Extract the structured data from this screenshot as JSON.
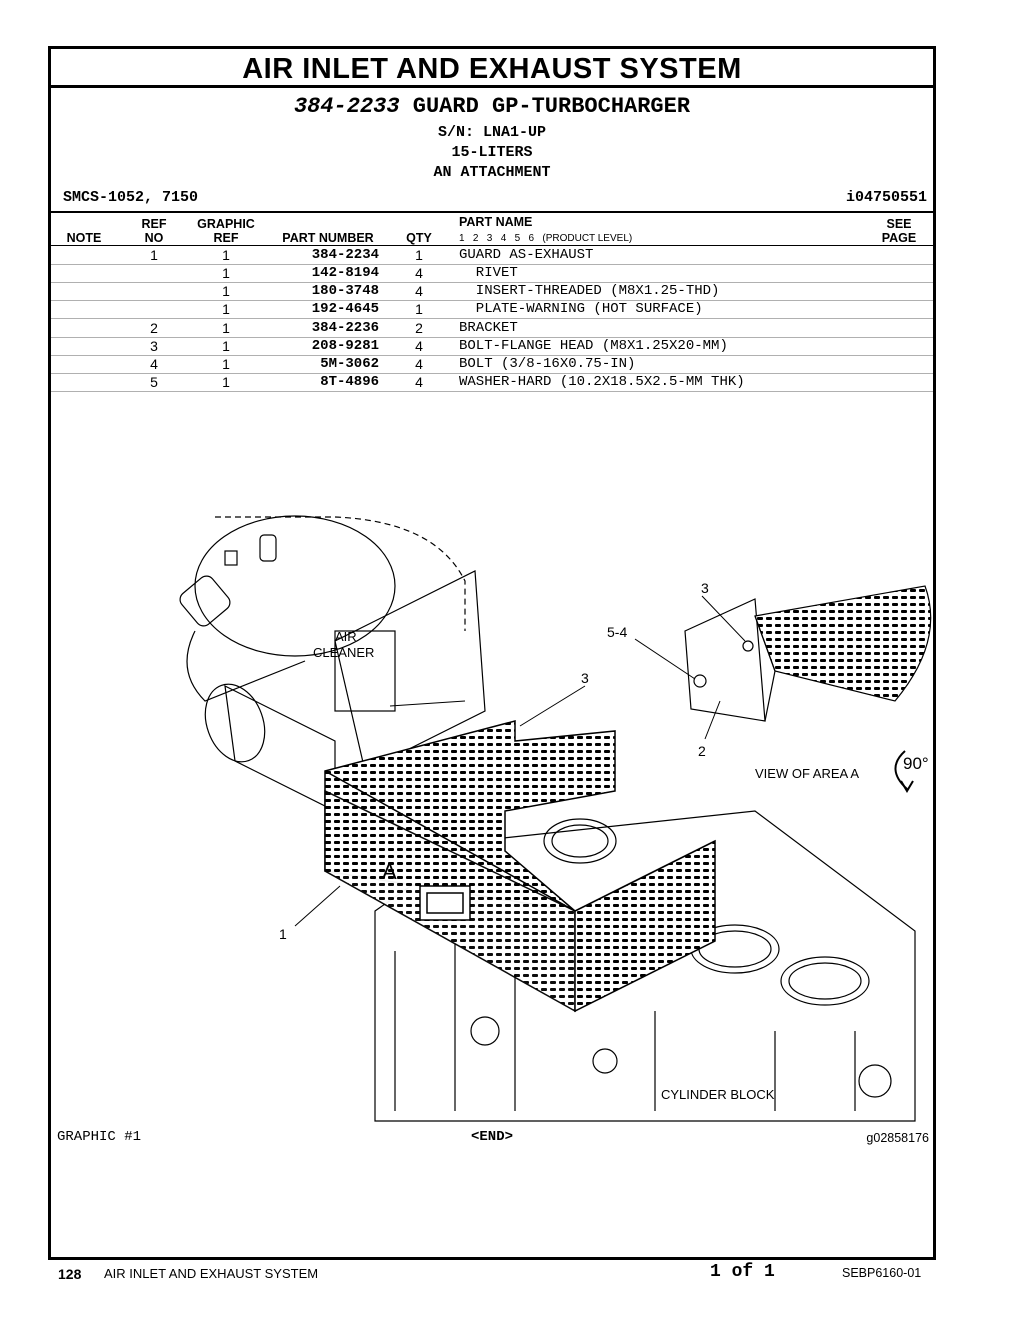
{
  "header": {
    "system_title": "AIR INLET AND EXHAUST SYSTEM",
    "part_number": "384-2233",
    "part_title": "GUARD GP-TURBOCHARGER",
    "serial": "S/N: LNA1-UP",
    "liters": "15-LITERS",
    "attachment": "AN ATTACHMENT",
    "smcs": "SMCS-1052, 7150",
    "info_id": "i04750551"
  },
  "columns": {
    "note": "NOTE",
    "ref_top": "REF",
    "ref_bottom": "NO",
    "graphic_top": "GRAPHIC",
    "graphic_bottom": "REF",
    "part_number": "PART NUMBER",
    "qty": "QTY",
    "part_name": "PART NAME",
    "product_levels": "1   2   3   4   5   6   (PRODUCT LEVEL)",
    "see_top": "SEE",
    "see_bottom": "PAGE"
  },
  "parts": [
    {
      "ref": "1",
      "graphic_ref": "1",
      "part_number": "384-2234",
      "qty": "1",
      "name": "GUARD AS-EXHAUST"
    },
    {
      "ref": "",
      "graphic_ref": "1",
      "part_number": "142-8194",
      "qty": "4",
      "name": "  RIVET"
    },
    {
      "ref": "",
      "graphic_ref": "1",
      "part_number": "180-3748",
      "qty": "4",
      "name": "  INSERT-THREADED (M8X1.25-THD)"
    },
    {
      "ref": "",
      "graphic_ref": "1",
      "part_number": "192-4645",
      "qty": "1",
      "name": "  PLATE-WARNING (HOT SURFACE)"
    },
    {
      "ref": "2",
      "graphic_ref": "1",
      "part_number": "384-2236",
      "qty": "2",
      "name": "BRACKET"
    },
    {
      "ref": "3",
      "graphic_ref": "1",
      "part_number": "208-9281",
      "qty": "4",
      "name": "BOLT-FLANGE HEAD (M8X1.25X20-MM)"
    },
    {
      "ref": "4",
      "graphic_ref": "1",
      "part_number": "5M-3062",
      "qty": "4",
      "name": "BOLT (3/8-16X0.75-IN)"
    },
    {
      "ref": "5",
      "graphic_ref": "1",
      "part_number": "8T-4896",
      "qty": "4",
      "name": "WASHER-HARD (10.2X18.5X2.5-MM THK)"
    }
  ],
  "graphic_labels": {
    "air_cleaner_1": "AIR",
    "air_cleaner_2": "CLEANER",
    "view_of_area": "VIEW OF AREA  A",
    "rotation": "90°",
    "cylinder_block": "CYLINDER BLOCK",
    "area_letter": "A",
    "callout_1": "1",
    "callout_2": "2",
    "callout_3a": "3",
    "callout_3b": "3",
    "callout_54": "5-4"
  },
  "footer": {
    "graphic": "GRAPHIC #1",
    "end": "<END>",
    "graphic_id": "g02858176",
    "page_number": "128",
    "section": "AIR INLET AND EXHAUST SYSTEM",
    "page_of": "1 of 1",
    "doc_id": "SEBP6160-01"
  }
}
